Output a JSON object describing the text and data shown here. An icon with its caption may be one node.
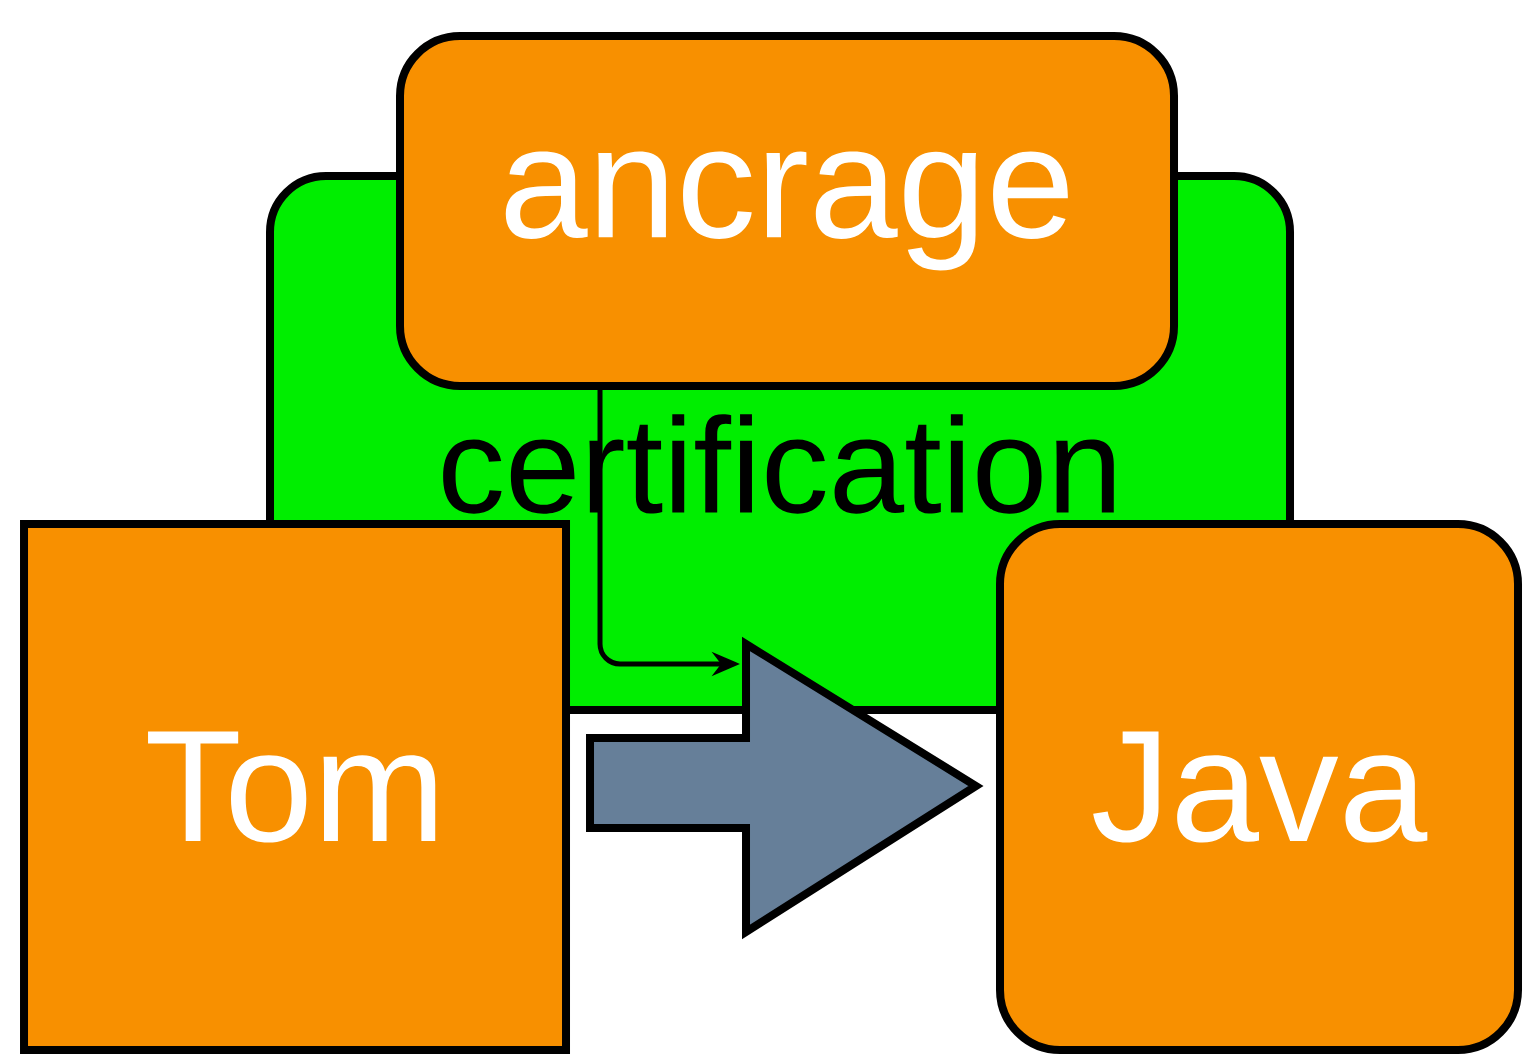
{
  "diagram": {
    "nodes": [
      {
        "text": [
          "certification"
        ]
      },
      {
        "text": [
          "ancrage"
        ]
      },
      {
        "text": [
          "Tom"
        ]
      },
      {
        "text": [
          "Java"
        ]
      }
    ],
    "edges": [
      {
        "from": 2,
        "to": 3,
        "arrow": "to",
        "style": "thick",
        "color": "#667f99"
      },
      {
        "from": 1,
        "to": 0,
        "arrow": "to"
      }
    ]
  }
}
